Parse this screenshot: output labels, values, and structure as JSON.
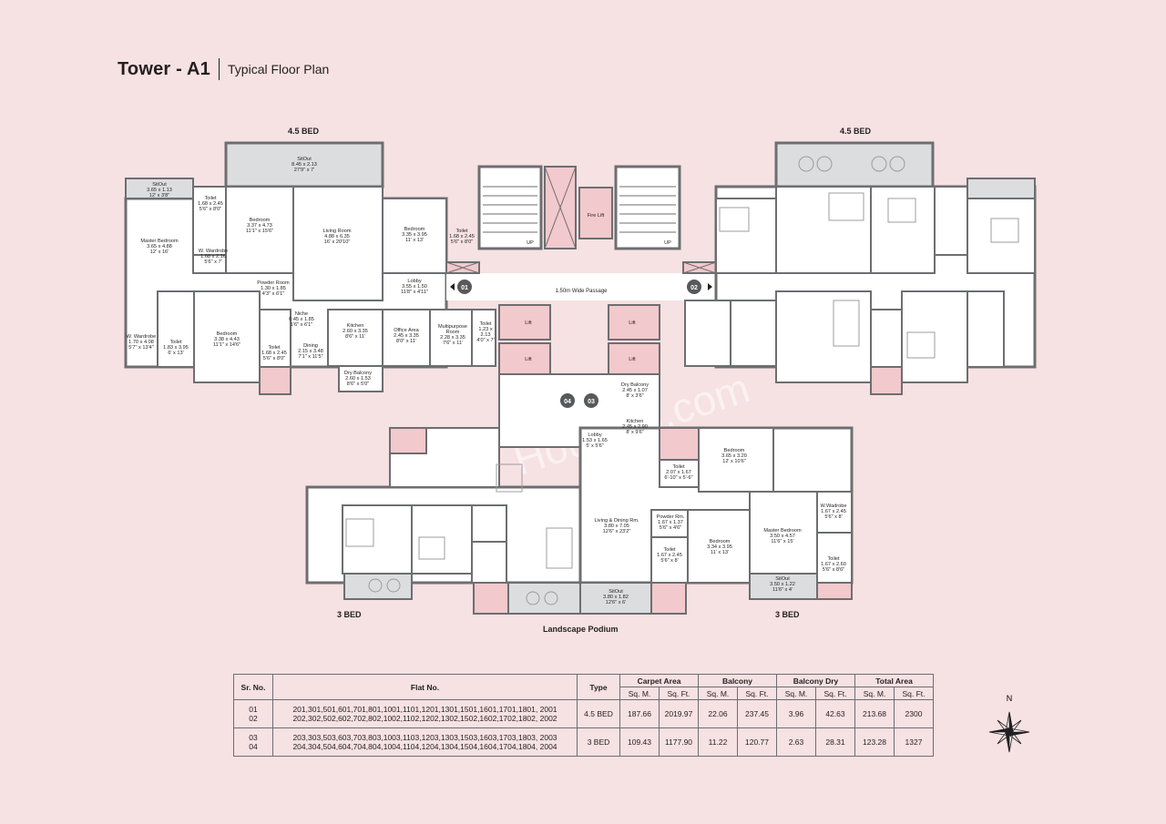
{
  "header": {
    "title": "Tower - A1",
    "subtitle": "Typical Floor Plan"
  },
  "labels": {
    "top_left": "4.5 BED",
    "top_right": "4.5 BED",
    "bottom_left": "3 BED",
    "bottom_right": "3 BED",
    "podium": "Landscape Podium",
    "passage": "1.50m Wide Passage",
    "watermark": "Housing.com"
  },
  "markers": [
    "01",
    "02",
    "04",
    "03"
  ],
  "rooms": {
    "sitout_top": [
      "SitOut",
      "8.45 x 2.13",
      "27'9\" x 7'"
    ],
    "sitout_small": [
      "SitOut",
      "3.65 x 1.13",
      "12' x 3'8\""
    ],
    "toilet_a": [
      "Toilet",
      "1.68 x 2.45",
      "5'6\" x 8'0\""
    ],
    "bedroom_a": [
      "Bedroom",
      "3.37 x 4.73",
      "11'1\" x 15'6\""
    ],
    "living": [
      "Living Room",
      "4.88 x 6.35",
      "16' x 20'10\""
    ],
    "bedroom_b": [
      "Bedroom",
      "3.35 x 3.95",
      "11' x 13'"
    ],
    "toilet_b": [
      "Toilet",
      "1.68 x 2.45",
      "5'6\" x 8'0\""
    ],
    "master": [
      "Master Bedroom",
      "3.65 x 4.88",
      "12' x 16'"
    ],
    "wardrobe_a": [
      "W. Wardrobe",
      "1.68 x 2.16",
      "5'6\" x 7'"
    ],
    "powder": [
      "Powder Room",
      "1.30 x 1.85",
      "4'3\" x 6'1\""
    ],
    "lobby_a": [
      "Lobby",
      "3.55 x 1.50",
      "11'8\" x 4'11\""
    ],
    "niche": [
      "Niche",
      "0.45 x 1.85",
      "1'6\" x 6'1\""
    ],
    "kitchen_a": [
      "Kitchen",
      "2.60 x 3.35",
      "8'6\" x 11'"
    ],
    "office": [
      "Office Area",
      "2.45 x 3.35",
      "8'0\" x 11'"
    ],
    "multipurpose": [
      "Multipurpose",
      "Room",
      "2.28 x 3.35",
      "7'6\" x 11'"
    ],
    "toilet_c": [
      "Toilet",
      "1.23 x",
      "2.13",
      "4'0\" x 7'"
    ],
    "wwardrobe_b": [
      "W. Wardrobe",
      "1.70 x 4.08",
      "5'7\" x 13'4\""
    ],
    "toilet_d": [
      "Toilet",
      "1.83 x 3.95",
      "6' x 13'"
    ],
    "bedroom_c": [
      "Bedroom",
      "3.38 x 4.43",
      "11'1\" x 14'6\""
    ],
    "toilet_e": [
      "Toilet",
      "1.68 x 2.45",
      "5'6\" x 8'0\""
    ],
    "dining": [
      "Dining",
      "2.15 x 3.48",
      "7'1\" x 11'5\""
    ],
    "drybalc_a": [
      "Dry Balcony",
      "2.60 x 1.53",
      "8'6\" x 5'0\""
    ],
    "drybalc_b": [
      "Dry Balcony",
      "2.45 x 1.07",
      "8' x 3'6\""
    ],
    "kitchen_b": [
      "Kitchen",
      "2.45 x 2.90",
      "8' x 9'6\""
    ],
    "lobby_b": [
      "Lobby",
      "1.53 x 1.65",
      "5' x 5'6\""
    ],
    "bedroom_d": [
      "Bedroom",
      "3.65 x 3.20",
      "12' x 10'6\""
    ],
    "toilet_f": [
      "Toilet",
      "2.07 x 1.67",
      "6'-10\" x 5'-6\""
    ],
    "living_dining": [
      "Living & Dining Rm.",
      "3.80 x 7.05",
      "12'6\" x 23'2\""
    ],
    "powder_b": [
      "Powder Rm.",
      "1.67 x 1.37",
      "5'6\" x 4'6\""
    ],
    "wadrobe_c": [
      "W.Wadrobe",
      "1.67 x 2.45",
      "5'6\" x 8'"
    ],
    "toilet_g": [
      "Toilet",
      "1.67 x 2.45",
      "5'6\" x 8'"
    ],
    "bedroom_e": [
      "Bedroom",
      "3.34 x 3.95",
      "11' x 13'"
    ],
    "master_b": [
      "Master Bedroom",
      "3.50 x 4.57",
      "11'6\" x 15'"
    ],
    "toilet_h": [
      "Toilet",
      "1.67 x 2.60",
      "5'6\" x 8'6\""
    ],
    "sitout_b": [
      "SitOut",
      "3.80 x 1.82",
      "12'6\" x 6'"
    ],
    "sitout_c": [
      "SitOut",
      "3.50 x 1.22",
      "11'6\" x 4'"
    ],
    "fire_lift": [
      "Fire Lift"
    ],
    "lift": [
      "Lift"
    ],
    "up": [
      "UP"
    ]
  },
  "table": {
    "headers": [
      "Sr. No.",
      "Flat No.",
      "Type",
      "Carpet Area",
      "Balcony",
      "Balcony Dry",
      "Total Area"
    ],
    "units": [
      "Sq. M.",
      "Sq. Ft."
    ],
    "rows": [
      {
        "sr": [
          "01",
          "02"
        ],
        "flats": [
          "201,301,501,601,701,801,1001,1101,1201,1301,1501,1601,1701,1801, 2001",
          "202,302,502,602,702,802,1002,1102,1202,1302,1502,1602,1702,1802, 2002"
        ],
        "type": "4.5 BED",
        "carpet_m": "187.66",
        "carpet_ft": "2019.97",
        "balc_m": "22.06",
        "balc_ft": "237.45",
        "dry_m": "3.96",
        "dry_ft": "42.63",
        "total_m": "213.68",
        "total_ft": "2300"
      },
      {
        "sr": [
          "03",
          "04"
        ],
        "flats": [
          "203,303,503,603,703,803,1003,1103,1203,1303,1503,1603,1703,1803, 2003",
          "204,304,504,604,704,804,1004,1104,1204,1304,1504,1604,1704,1804, 2004"
        ],
        "type": "3 BED",
        "carpet_m": "109.43",
        "carpet_ft": "1177.90",
        "balc_m": "11.22",
        "balc_ft": "120.77",
        "dry_m": "2.63",
        "dry_ft": "28.31",
        "total_m": "123.28",
        "total_ft": "1327"
      }
    ]
  },
  "compass": {
    "north": "N"
  },
  "colors": {
    "background": "#f6e1e3",
    "wall": "#6d6e71",
    "floor": "#ffffff",
    "shaft": "#f2c9cc",
    "sitout": "#dcdddf"
  }
}
